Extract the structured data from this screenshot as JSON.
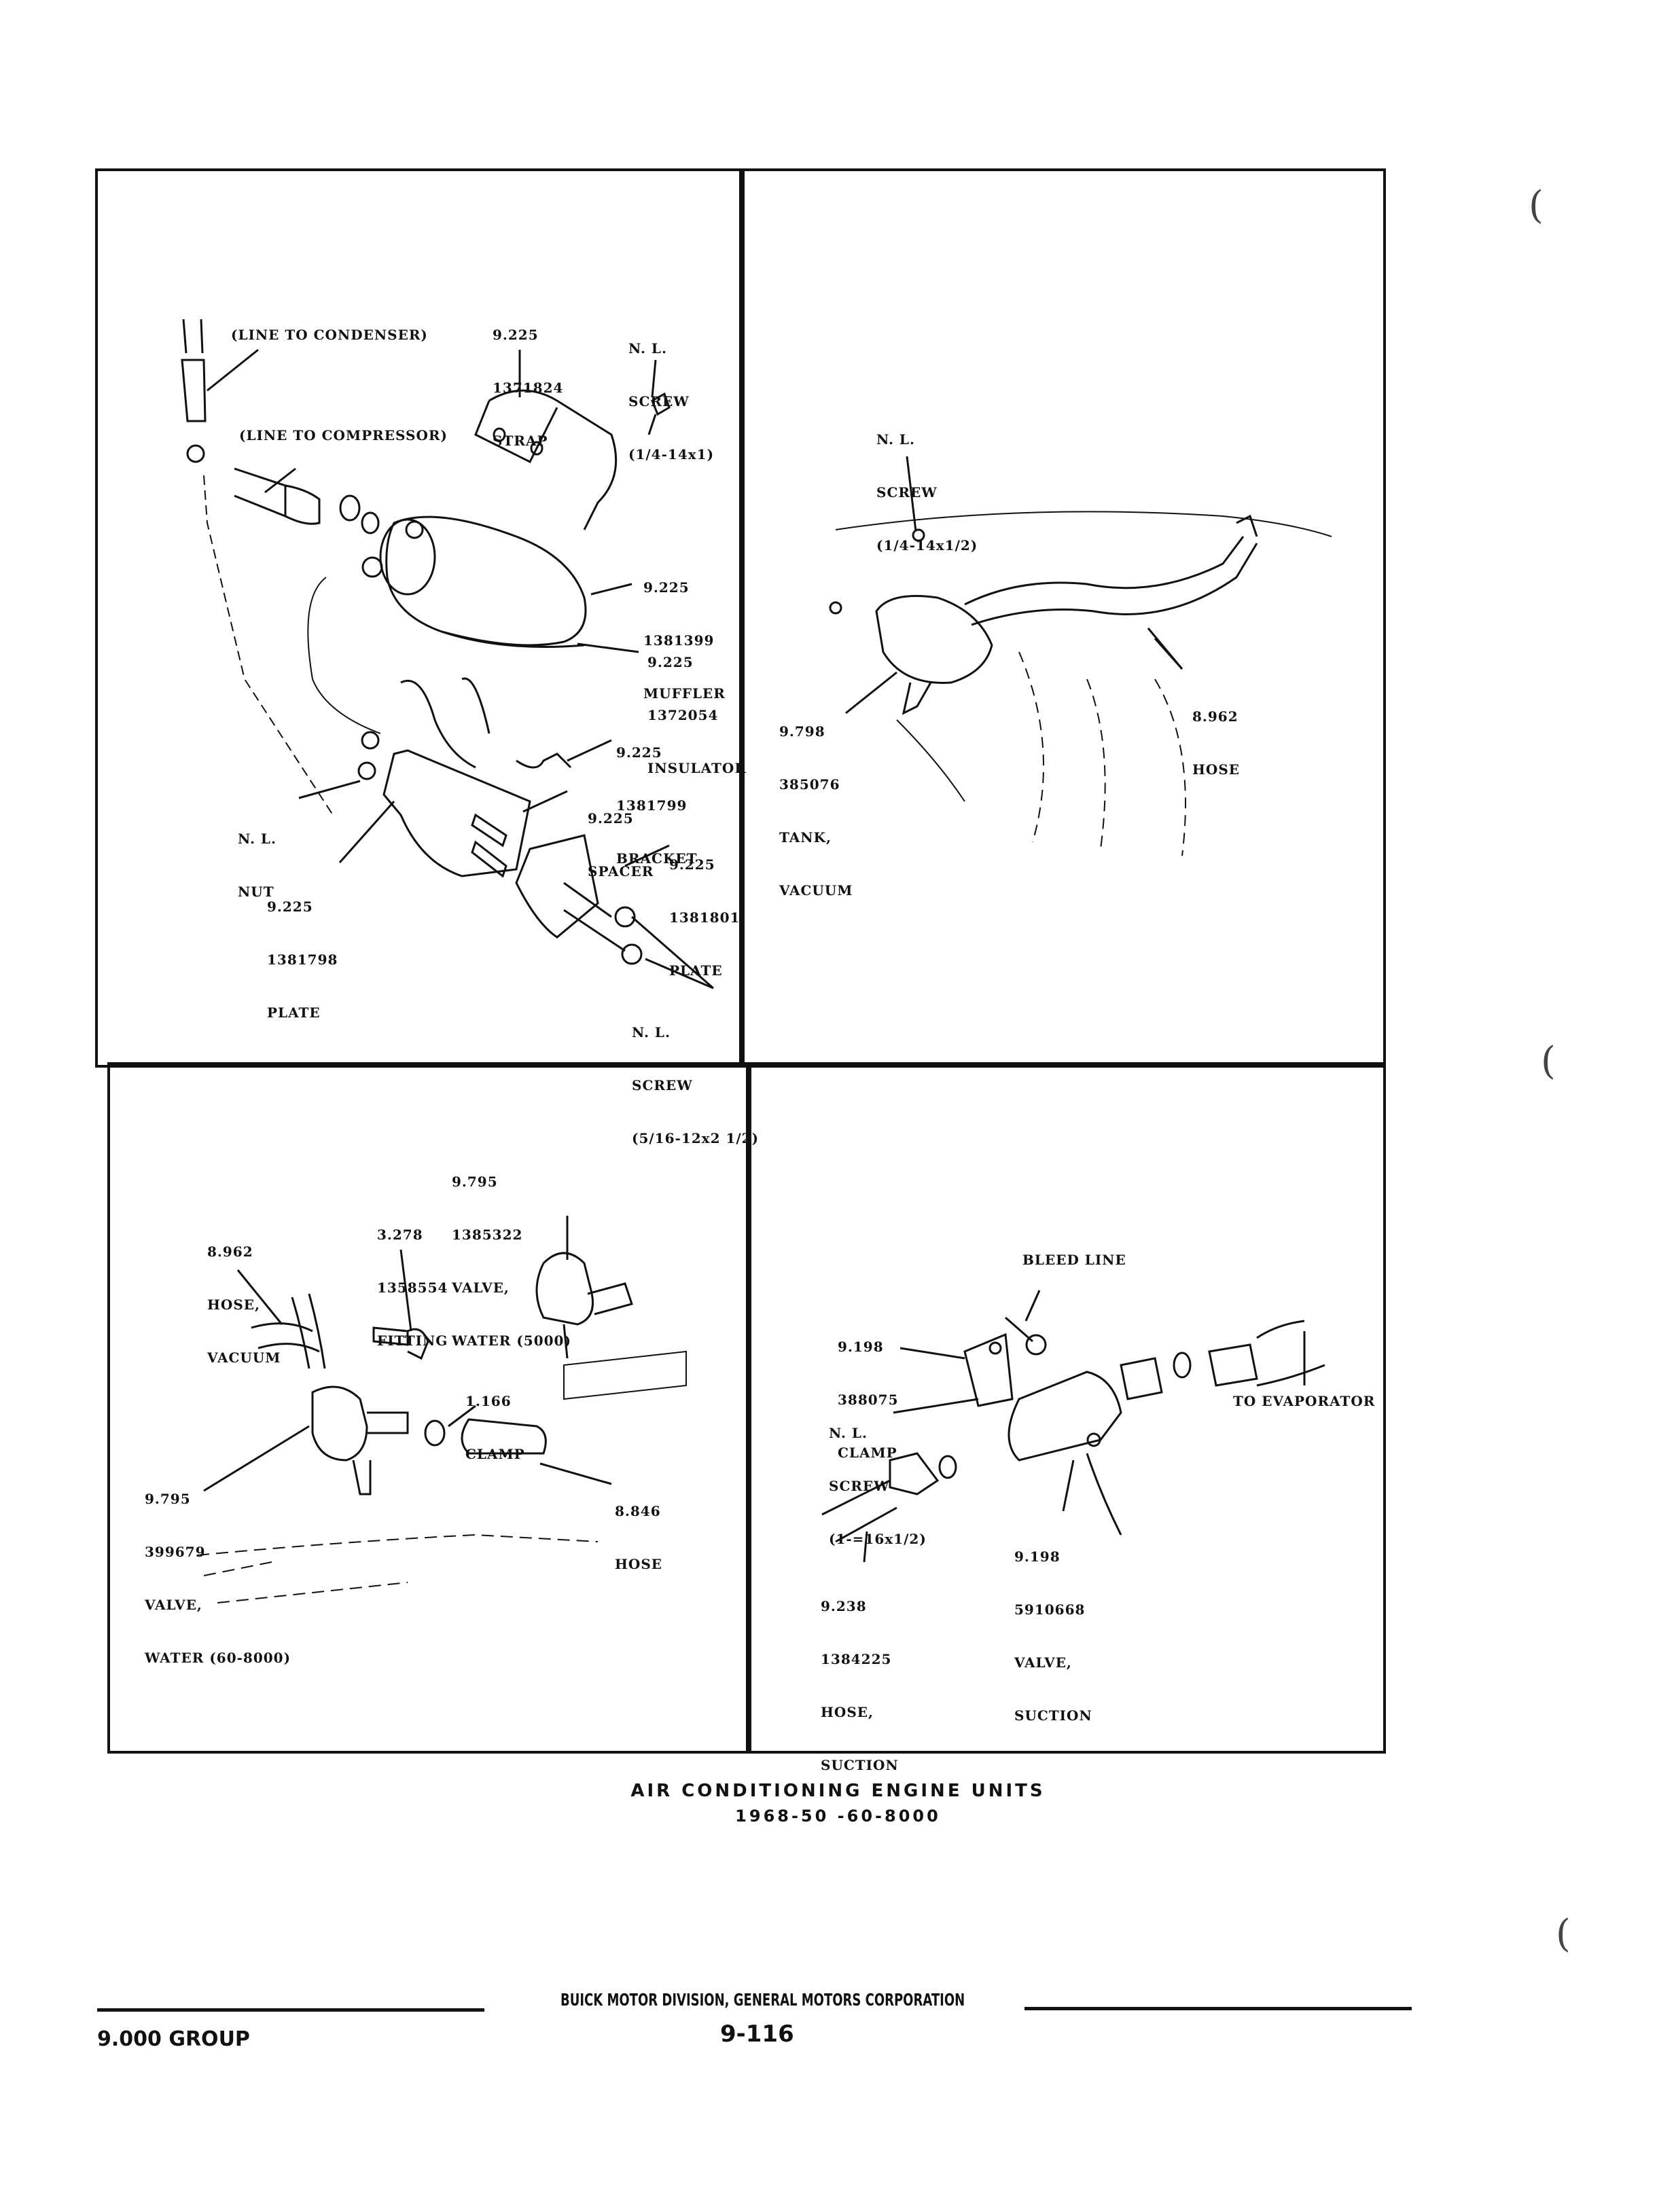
{
  "document": {
    "figure_caption": {
      "title": "AIR CONDITIONING ENGINE UNITS",
      "subtitle": "1968-50 -60-8000"
    },
    "footer": {
      "group": "9.000 GROUP",
      "publisher": "BUICK MOTOR DIVISION, GENERAL MOTORS CORPORATION",
      "page_number": "9-116"
    }
  },
  "panels": {
    "top_left": {
      "labels": {
        "line_to_condenser": "(LINE TO CONDENSER)",
        "line_to_compressor": "(LINE TO COMPRESSOR)",
        "strap": [
          "9.225",
          "1371824",
          "STRAP"
        ],
        "screw_top": [
          "N. L.",
          "SCREW",
          "(1/4-14x1)"
        ],
        "muffler": [
          "9.225",
          "1381399",
          "MUFFLER"
        ],
        "insulator": [
          "9.225",
          "1372054",
          "INSULATOR"
        ],
        "bracket": [
          "9.225",
          "1381799",
          "BRACKET"
        ],
        "spacer": [
          "9.225",
          "SPACER"
        ],
        "nut": [
          "N. L.",
          "NUT"
        ],
        "plate_right": [
          "9.225",
          "1381801",
          "PLATE"
        ],
        "plate_left": [
          "9.225",
          "1381798",
          "PLATE"
        ],
        "screw_bottom": [
          "N. L.",
          "SCREW",
          "(5/16-12x2 1/2)"
        ]
      }
    },
    "top_right": {
      "labels": {
        "screw": [
          "N. L.",
          "SCREW",
          "(1/4-14x1/2)"
        ],
        "tank": [
          "9.798",
          "385076",
          "TANK,",
          "VACUUM"
        ],
        "hose": [
          "8.962",
          "HOSE"
        ]
      }
    },
    "bottom_left": {
      "labels": {
        "hose_vacuum": [
          "8.962",
          "HOSE,",
          "VACUUM"
        ],
        "fitting": [
          "3.278",
          "1358554",
          "FITTING"
        ],
        "valve_5000": [
          "9.795",
          "1385322",
          "VALVE,",
          "WATER (5000)"
        ],
        "clamp": [
          "1.166",
          "CLAMP"
        ],
        "valve_60_8000": [
          "9.795",
          "399679",
          "VALVE,",
          "WATER (60-8000)"
        ],
        "hose": [
          "8.846",
          "HOSE"
        ]
      }
    },
    "bottom_right": {
      "labels": {
        "bleed_line": "BLEED LINE",
        "clamp": [
          "9.198",
          "388075",
          "CLAMP"
        ],
        "screw": [
          "N. L.",
          "SCREW",
          "(1-=16x1/2)"
        ],
        "to_evaporator": "TO EVAPORATOR",
        "valve_suction": [
          "9.198",
          "5910668",
          "VALVE,",
          "SUCTION"
        ],
        "hose_suction": [
          "9.238",
          "1384225",
          "HOSE,",
          "SUCTION"
        ]
      }
    }
  }
}
